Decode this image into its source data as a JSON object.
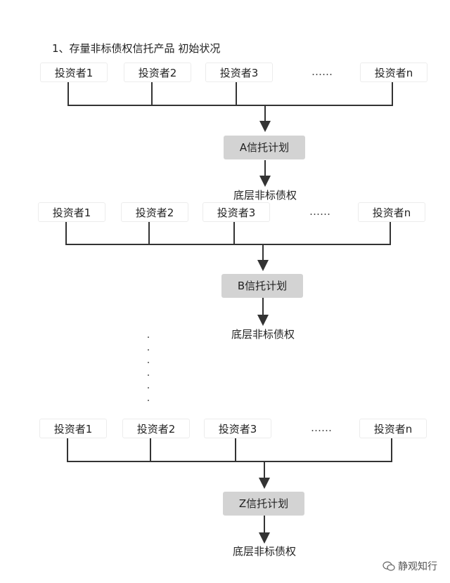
{
  "title": "1、存量非标债权信托产品  初始状况",
  "investor_labels": [
    "投资者1",
    "投资者2",
    "投资者3",
    "投资者n"
  ],
  "ellipsis": "……",
  "groups": [
    {
      "plan": "A信托计划",
      "underlying": "底层非标债权"
    },
    {
      "plan": "B信托计划",
      "underlying": "底层非标债权"
    },
    {
      "plan": "Z信托计划",
      "underlying": "底层非标债权"
    }
  ],
  "vertical_dots": "·\n·\n·\n·\n·\n·",
  "watermark": "静观知行",
  "colors": {
    "line": "#333333",
    "plan_bg": "#d3d3d3",
    "box_border": "#ececec"
  }
}
